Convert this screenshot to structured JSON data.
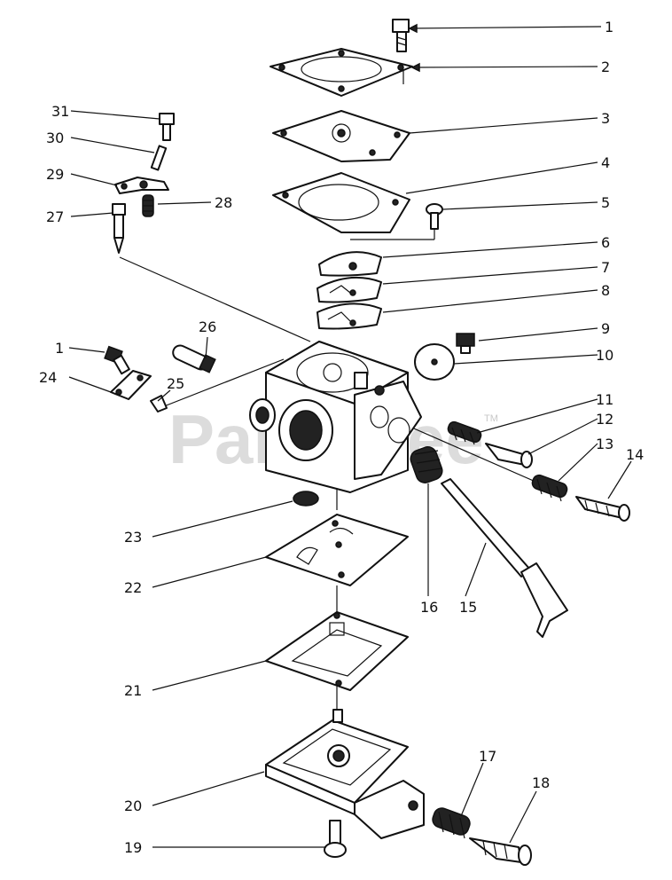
{
  "watermark": {
    "text": "PartsTree",
    "trademark": "TM"
  },
  "callouts": {
    "c1a": "1",
    "c2": "2",
    "c3": "3",
    "c4": "4",
    "c5": "5",
    "c6": "6",
    "c7": "7",
    "c8": "8",
    "c9": "9",
    "c10": "10",
    "c11": "11",
    "c12": "12",
    "c13": "13",
    "c14": "14",
    "c15": "15",
    "c16": "16",
    "c17": "17",
    "c18": "18",
    "c19": "19",
    "c20": "20",
    "c21": "21",
    "c22": "22",
    "c23": "23",
    "c1b": "1",
    "c24": "24",
    "c25": "25",
    "c26": "26",
    "c27": "27",
    "c28": "28",
    "c29": "29",
    "c30": "30",
    "c31": "31"
  }
}
